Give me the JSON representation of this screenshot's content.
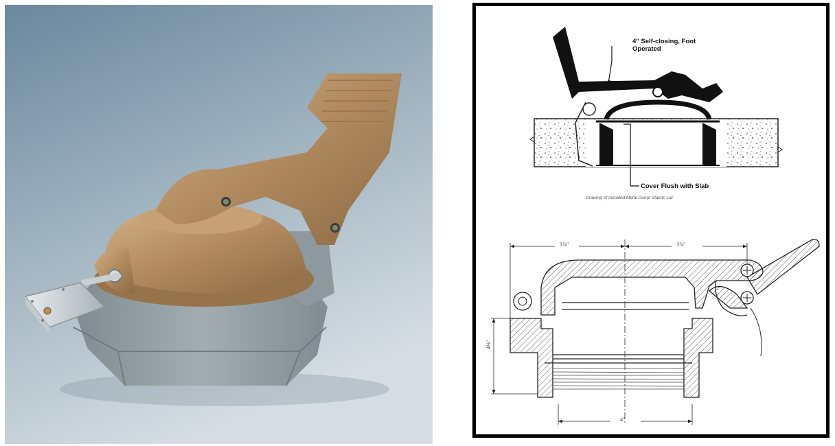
{
  "photo": {
    "colors": {
      "background_top": "#6f8ea4",
      "background_bottom": "#c9d3da",
      "bronze": "#b08a5e",
      "gray_body": "#8d9a9e"
    }
  },
  "drawing": {
    "label_top": "4\" Self-closing, Foot\nOperated",
    "label_flush": "Cover Flush with Slab",
    "caption": "Drawing of Installed Metal Dump Station Lid",
    "dims": {
      "left_top": "3⅞\"",
      "right_top": "3⅞\"",
      "height": "4⅛\"",
      "bottom": "4\""
    }
  }
}
